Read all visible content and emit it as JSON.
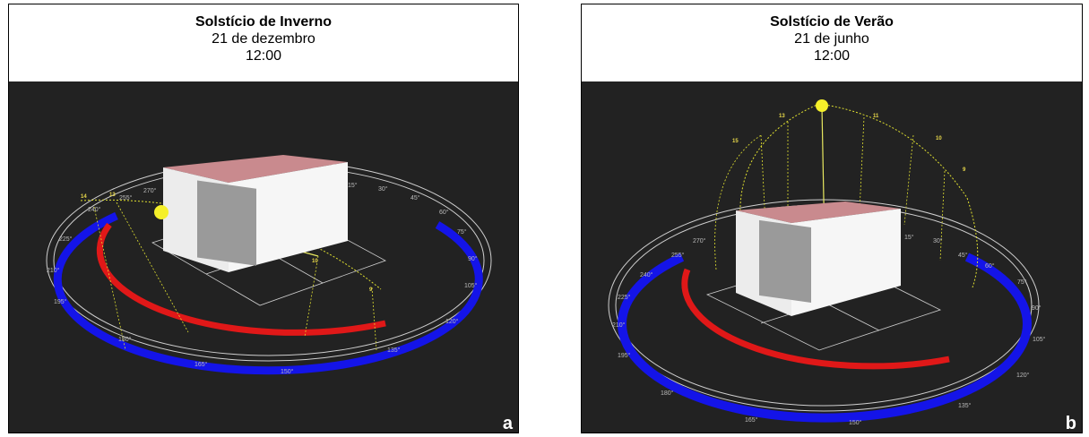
{
  "panels": [
    {
      "title": "Solstício de Inverno",
      "date": "21 de dezembro",
      "time": "12:00",
      "letter": "a",
      "hour_labels": [
        "14",
        "13",
        "10",
        "9"
      ],
      "azimuth_labels": [
        "270°",
        "255°",
        "240°",
        "225°",
        "210°",
        "195°",
        "180°",
        "165°",
        "150°",
        "135°",
        "120°",
        "105°",
        "90°",
        "75°",
        "60°",
        "45°",
        "30°",
        "15°"
      ]
    },
    {
      "title": "Solstício de Verão",
      "date": "21 de junho",
      "time": "12:00",
      "letter": "b",
      "hour_labels": [
        "13",
        "11",
        "10",
        "15",
        "9"
      ],
      "azimuth_labels": [
        "270°",
        "255°",
        "240°",
        "225°",
        "210°",
        "195°",
        "180°",
        "165°",
        "150°",
        "135°",
        "120°",
        "105°",
        "90°",
        "75°",
        "60°",
        "45°",
        "30°",
        "15°"
      ]
    }
  ],
  "colors": {
    "background": "#222222",
    "sun": "#f5f02a",
    "winter_path": "#e0e030",
    "roof": "#c98a8e",
    "red_arc": "#e01818",
    "blue_arc": "#1414e8"
  }
}
